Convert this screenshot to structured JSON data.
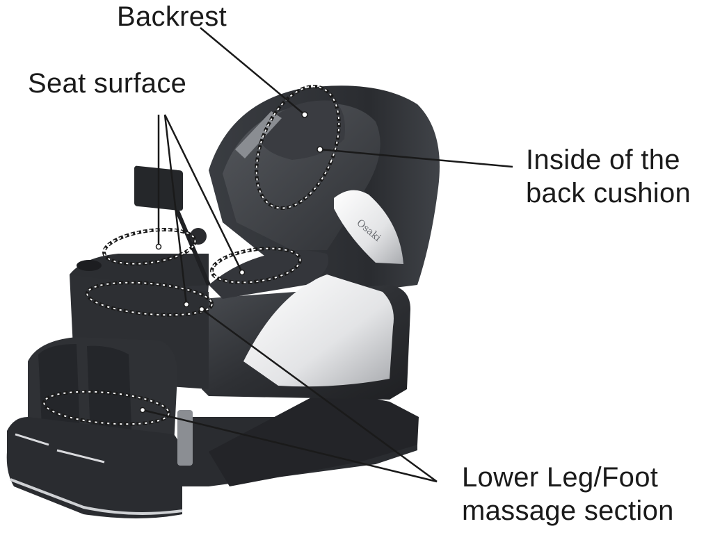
{
  "labels": {
    "backrest": "Backrest",
    "seat_surface": "Seat surface",
    "inside_back_cushion": {
      "line1": "Inside of the",
      "line2": "back cushion"
    },
    "lower_leg_foot": {
      "line1": "Lower Leg/Foot",
      "line2": "massage section"
    }
  },
  "chair_brand": "Osaki",
  "colors": {
    "chair_dark": "#2b2d30",
    "chair_mid": "#3c3f44",
    "chair_highlight": "#5a5e64",
    "silver_panel": "#e9eaec",
    "leader_line": "#1a1a1a",
    "text": "#1a1a1a"
  }
}
